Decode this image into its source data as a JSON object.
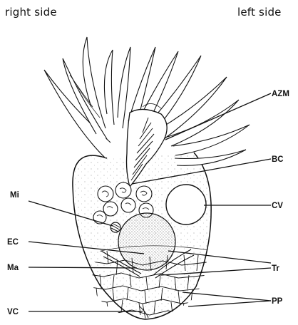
{
  "header": {
    "right_side": "right side",
    "left_side": "left side"
  },
  "labels": {
    "azm": "AZM",
    "bc": "BC",
    "mi": "Mi",
    "cv": "CV",
    "ec": "EC",
    "ma": "Ma",
    "tr": "Tr",
    "pp": "PP",
    "vc": "VC"
  }
}
